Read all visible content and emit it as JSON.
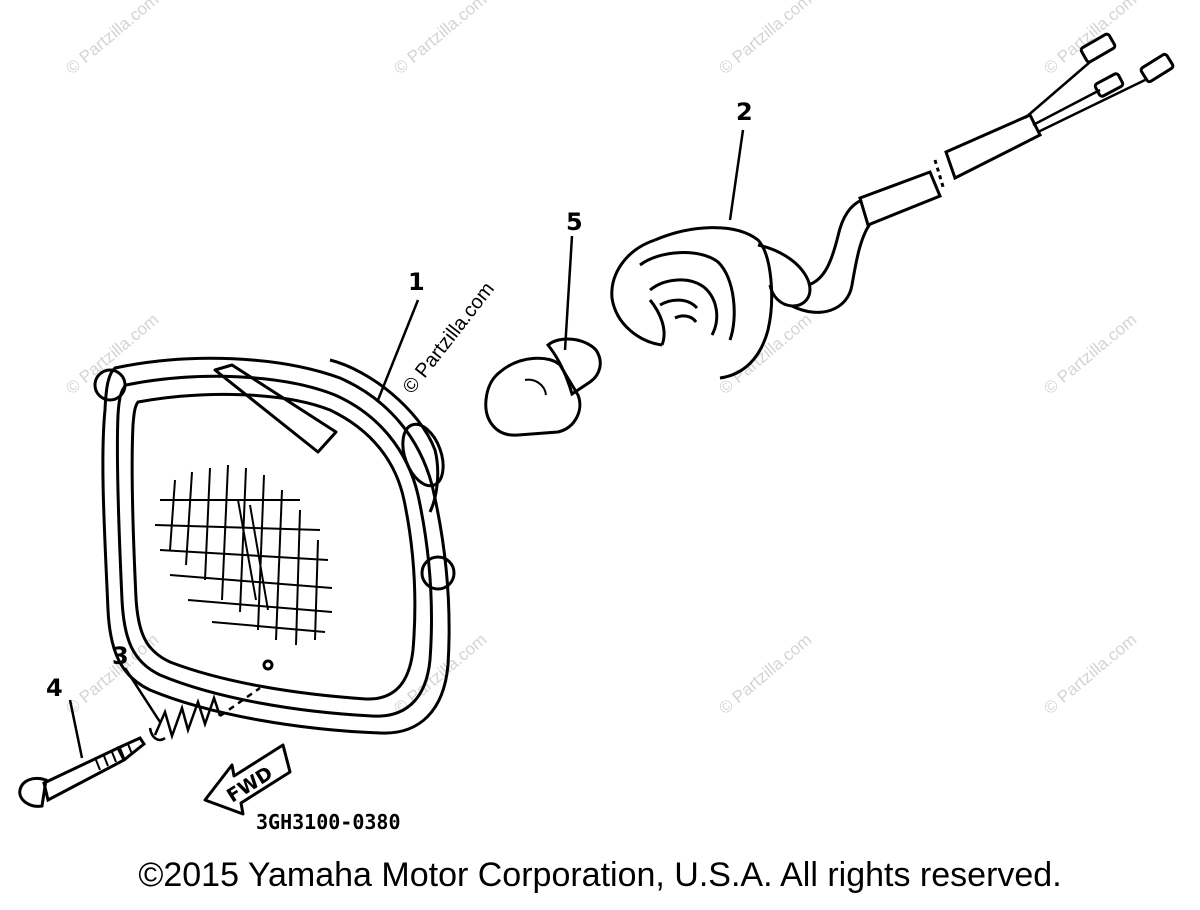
{
  "diagram": {
    "callouts": [
      "1",
      "2",
      "3",
      "4",
      "5"
    ],
    "part_code": "3GH3100-0380",
    "fwd_label": "FWD",
    "watermark": "© Partzilla.com",
    "copyright": "©2015 Yamaha Motor Corporation, U.S.A. All rights reserved."
  }
}
